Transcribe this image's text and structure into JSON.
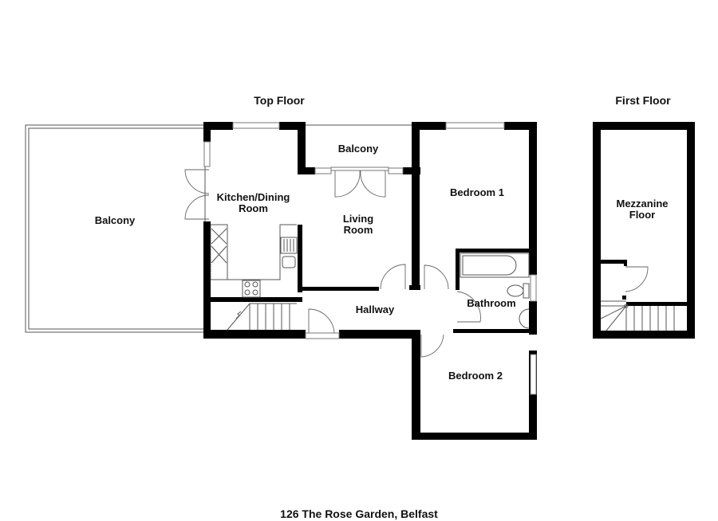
{
  "title": "126 The Rose Garden, Belfast",
  "floors": [
    {
      "name": "Top Floor",
      "rooms": [
        {
          "id": "balcony-west",
          "label": "Balcony"
        },
        {
          "id": "kitchen-dining",
          "label": "Kitchen/Dining Room",
          "lines": [
            "Kitchen/Dining",
            "Room"
          ]
        },
        {
          "id": "balcony-north",
          "label": "Balcony"
        },
        {
          "id": "living-room",
          "label": "Living Room",
          "lines": [
            "Living",
            "Room"
          ]
        },
        {
          "id": "bedroom-1",
          "label": "Bedroom 1"
        },
        {
          "id": "hallway",
          "label": "Hallway"
        },
        {
          "id": "bathroom",
          "label": "Bathroom"
        },
        {
          "id": "bedroom-2",
          "label": "Bedroom 2"
        }
      ]
    },
    {
      "name": "First Floor",
      "rooms": [
        {
          "id": "mezzanine",
          "label": "Mezzanine Floor",
          "lines": [
            "Mezzanine",
            "Floor"
          ]
        }
      ]
    }
  ],
  "fixtures": [
    "stairs",
    "kitchen-worktop",
    "sink",
    "hob",
    "bath",
    "toilet",
    "washbasin",
    "doors",
    "windows"
  ],
  "colors": {
    "wall": "#000000",
    "background": "#ffffff",
    "fixture_line": "#666666"
  }
}
